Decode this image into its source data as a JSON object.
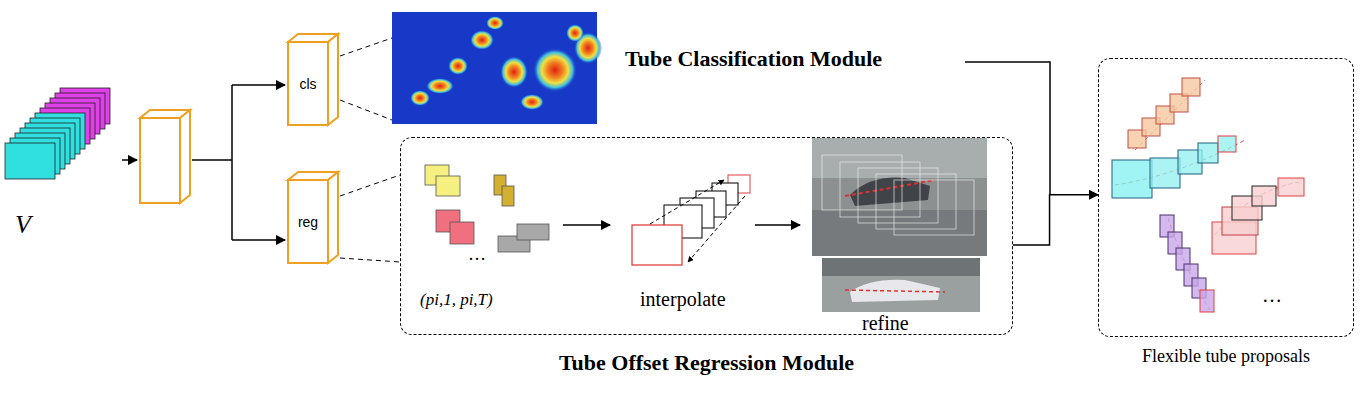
{
  "diagram": {
    "nodes": [
      {
        "text": [
          "V"
        ]
      },
      {
        "text": [
          "cls"
        ]
      },
      {
        "text": [
          "reg"
        ]
      },
      {
        "text": [
          "Tube Offset Regression Module"
        ]
      },
      {
        "text": [
          "Flexible tube proposals"
        ]
      }
    ],
    "edges": [
      {
        "from": 3,
        "to": 4,
        "arrow": "to"
      }
    ],
    "labels": [
      "Tube Classification Module",
      "(pi,1, pi,T)",
      "…",
      "interpolate",
      "refine",
      "…"
    ]
  }
}
